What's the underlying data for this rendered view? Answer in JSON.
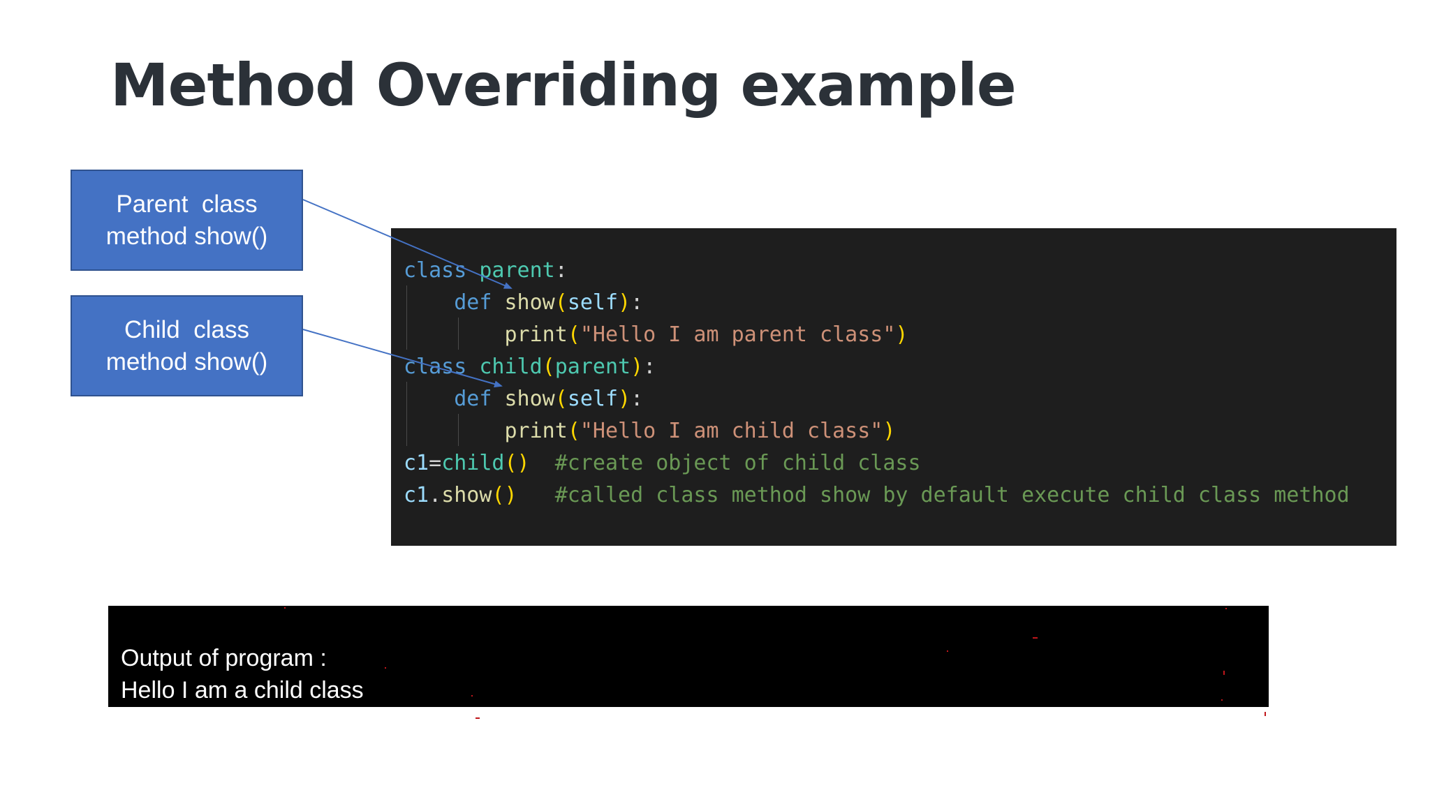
{
  "slide": {
    "title": "Method Overriding example"
  },
  "callouts": {
    "parent": {
      "line1": "Parent  class",
      "line2": "method show()"
    },
    "child": {
      "line1": "Child  class",
      "line2": "method show()"
    }
  },
  "code": {
    "lines": [
      [
        {
          "t": "class",
          "c": "kw"
        },
        {
          "t": " ",
          "c": "pun"
        },
        {
          "t": "parent",
          "c": "cls"
        },
        {
          "t": ":",
          "c": "pun"
        }
      ],
      [
        {
          "t": "    ",
          "c": "pun"
        },
        {
          "t": "def",
          "c": "kw"
        },
        {
          "t": " ",
          "c": "pun"
        },
        {
          "t": "show",
          "c": "fn"
        },
        {
          "t": "(",
          "c": "brk"
        },
        {
          "t": "self",
          "c": "par"
        },
        {
          "t": ")",
          "c": "brk"
        },
        {
          "t": ":",
          "c": "pun"
        }
      ],
      [
        {
          "t": "        ",
          "c": "pun"
        },
        {
          "t": "print",
          "c": "fn"
        },
        {
          "t": "(",
          "c": "brk"
        },
        {
          "t": "\"Hello I am parent class\"",
          "c": "str"
        },
        {
          "t": ")",
          "c": "brk"
        }
      ],
      [
        {
          "t": "class",
          "c": "kw"
        },
        {
          "t": " ",
          "c": "pun"
        },
        {
          "t": "child",
          "c": "cls"
        },
        {
          "t": "(",
          "c": "brk"
        },
        {
          "t": "parent",
          "c": "cls"
        },
        {
          "t": ")",
          "c": "brk"
        },
        {
          "t": ":",
          "c": "pun"
        }
      ],
      [
        {
          "t": "    ",
          "c": "pun"
        },
        {
          "t": "def",
          "c": "kw"
        },
        {
          "t": " ",
          "c": "pun"
        },
        {
          "t": "show",
          "c": "fn"
        },
        {
          "t": "(",
          "c": "brk"
        },
        {
          "t": "self",
          "c": "par"
        },
        {
          "t": ")",
          "c": "brk"
        },
        {
          "t": ":",
          "c": "pun"
        }
      ],
      [
        {
          "t": "        ",
          "c": "pun"
        },
        {
          "t": "print",
          "c": "fn"
        },
        {
          "t": "(",
          "c": "brk"
        },
        {
          "t": "\"Hello I am child class\"",
          "c": "str"
        },
        {
          "t": ")",
          "c": "brk"
        }
      ],
      [
        {
          "t": "c1",
          "c": "par"
        },
        {
          "t": "=",
          "c": "pun"
        },
        {
          "t": "child",
          "c": "cls"
        },
        {
          "t": "()",
          "c": "brk"
        },
        {
          "t": "  ",
          "c": "pun"
        },
        {
          "t": "#create object of child class",
          "c": "cmt"
        }
      ],
      [
        {
          "t": "c1",
          "c": "par"
        },
        {
          "t": ".",
          "c": "pun"
        },
        {
          "t": "show",
          "c": "fn"
        },
        {
          "t": "()",
          "c": "brk"
        },
        {
          "t": "   ",
          "c": "pun"
        },
        {
          "t": "#called class method show by default execute child class method",
          "c": "cmt"
        }
      ]
    ]
  },
  "output": {
    "line1": "Output of program :",
    "line2": "Hello I am a child class"
  },
  "colors": {
    "callout_fill": "#4472c4",
    "callout_border": "#2f528f",
    "arrow": "#4472c4",
    "code_bg": "#1e1e1e",
    "output_bg": "#000000",
    "title": "#2b3138"
  }
}
